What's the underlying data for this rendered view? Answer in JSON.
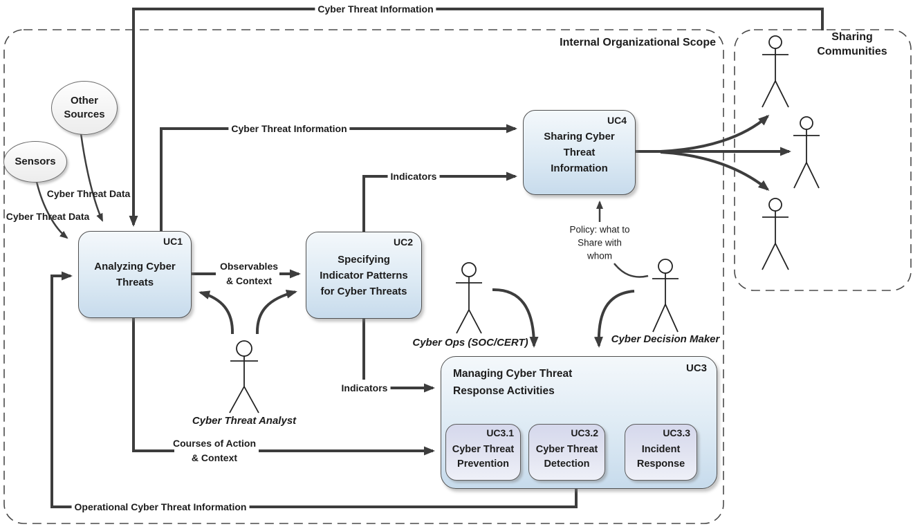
{
  "scopes": {
    "internal": {
      "label": "Internal Organizational Scope"
    },
    "sharing": {
      "lines": [
        "Sharing",
        "Communities"
      ]
    }
  },
  "sources": {
    "other": {
      "lines": [
        "Other",
        "Sources"
      ]
    },
    "sensors": {
      "label": "Sensors"
    }
  },
  "usecases": {
    "uc1": {
      "id": "UC1",
      "lines": [
        "Analyzing Cyber",
        "Threats"
      ]
    },
    "uc2": {
      "id": "UC2",
      "lines": [
        "Specifying",
        "Indicator Patterns",
        "for Cyber Threats"
      ]
    },
    "uc4": {
      "id": "UC4",
      "lines": [
        "Sharing Cyber",
        "Threat",
        "Information"
      ]
    },
    "uc3": {
      "id": "UC3",
      "lines": [
        "Managing Cyber Threat",
        "Response Activities"
      ]
    },
    "uc31": {
      "id": "UC3.1",
      "lines": [
        "Cyber Threat",
        "Prevention"
      ]
    },
    "uc32": {
      "id": "UC3.2",
      "lines": [
        "Cyber Threat",
        "Detection"
      ]
    },
    "uc33": {
      "id": "UC3.3",
      "lines": [
        "Incident",
        "Response"
      ]
    }
  },
  "actors": {
    "analyst": "Cyber Threat Analyst",
    "ops": "Cyber Ops (SOC/CERT)",
    "decision": "Cyber Decision Maker"
  },
  "flows": {
    "cti_top": "Cyber Threat Information",
    "cti_internal": "Cyber Threat Information",
    "ctd_other": "Cyber Threat Data",
    "ctd_sensors": "Cyber Threat Data",
    "observables": [
      "Observables",
      "& Context"
    ],
    "indicators_to_uc4": "Indicators",
    "indicators_to_uc3": "Indicators",
    "policy": [
      "Policy: what to",
      "Share with",
      "whom"
    ],
    "courses": [
      "Courses of Action",
      "& Context"
    ],
    "operational": "Operational Cyber Threat Information"
  },
  "colors": {
    "line": "#3d3d3d",
    "box_border": "#4f4f4f",
    "box_fill_top": "#f4f8fb",
    "box_fill_bottom": "#c7dbec",
    "subbox_fill_top": "#d5d8ec",
    "subbox_fill_bottom": "#eef0f8",
    "background": "#ffffff"
  }
}
